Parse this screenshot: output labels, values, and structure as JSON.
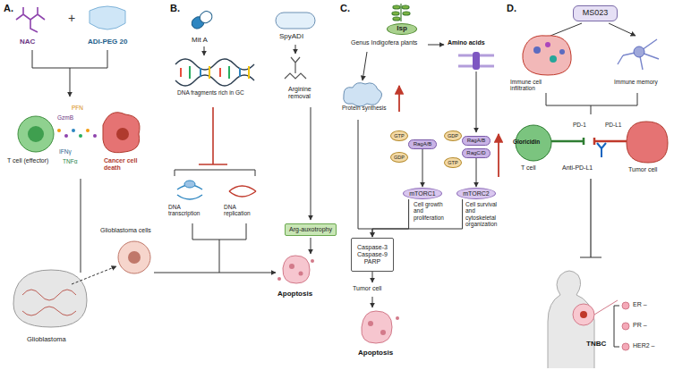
{
  "diagram": {
    "nodes": [
      {
        "text": [
          "Arg-auxotrophy"
        ]
      },
      {
        "text": [
          "Isp"
        ]
      },
      {
        "text": [
          "GTP"
        ]
      },
      {
        "text": [
          "RagA/B"
        ]
      },
      {
        "text": [
          "GDP"
        ]
      },
      {
        "text": [
          "GDP"
        ]
      },
      {
        "text": [
          "RagA/B"
        ]
      },
      {
        "text": [
          "RagC/D"
        ]
      },
      {
        "text": [
          "GTP"
        ]
      },
      {
        "text": [
          "mTORC1"
        ]
      },
      {
        "text": [
          "mTORC2"
        ]
      },
      {
        "text": [
          "Caspase-3",
          "Caspase-9",
          "PARP"
        ]
      },
      {
        "text": [
          "MS023"
        ]
      }
    ],
    "edges": [
      {
        "from": 3,
        "to": 9,
        "arrow": "to"
      },
      {
        "from": 7,
        "to": 10,
        "arrow": "to"
      },
      {
        "from": 9,
        "to": 11,
        "arrow": "to"
      },
      {
        "from": 10,
        "to": 11,
        "arrow": "to"
      }
    ],
    "labels": [
      "A.",
      "NAC",
      "+",
      "ADI-PEG 20",
      "PFN",
      "GzmB",
      "IFNγ",
      "TNFα",
      "T cell (effector)",
      "Cancer cell death",
      "Glioblastoma cells",
      "Glioblastoma",
      "B.",
      "Mit A",
      "SpyADI",
      "DNA fragments rich in GC",
      "Arginine removal",
      "DNA transcription",
      "DNA replication",
      "Apoptosis",
      "C.",
      "Genus Indigofera plants",
      "Amino acids",
      "Protein synthesis",
      "Cell growth and proliferation",
      "Cell survival and cytoskeletal organization",
      "Tumor cell",
      "Apoptosis",
      "D.",
      "Immune cell infiltration",
      "Immune memory",
      "Gloricidin",
      "PD-1",
      "PD-L1",
      "T cell",
      "Anti-PD-L1",
      "Tumor cell",
      "TNBC",
      "ER –",
      "PR –",
      "HER2 –"
    ]
  }
}
